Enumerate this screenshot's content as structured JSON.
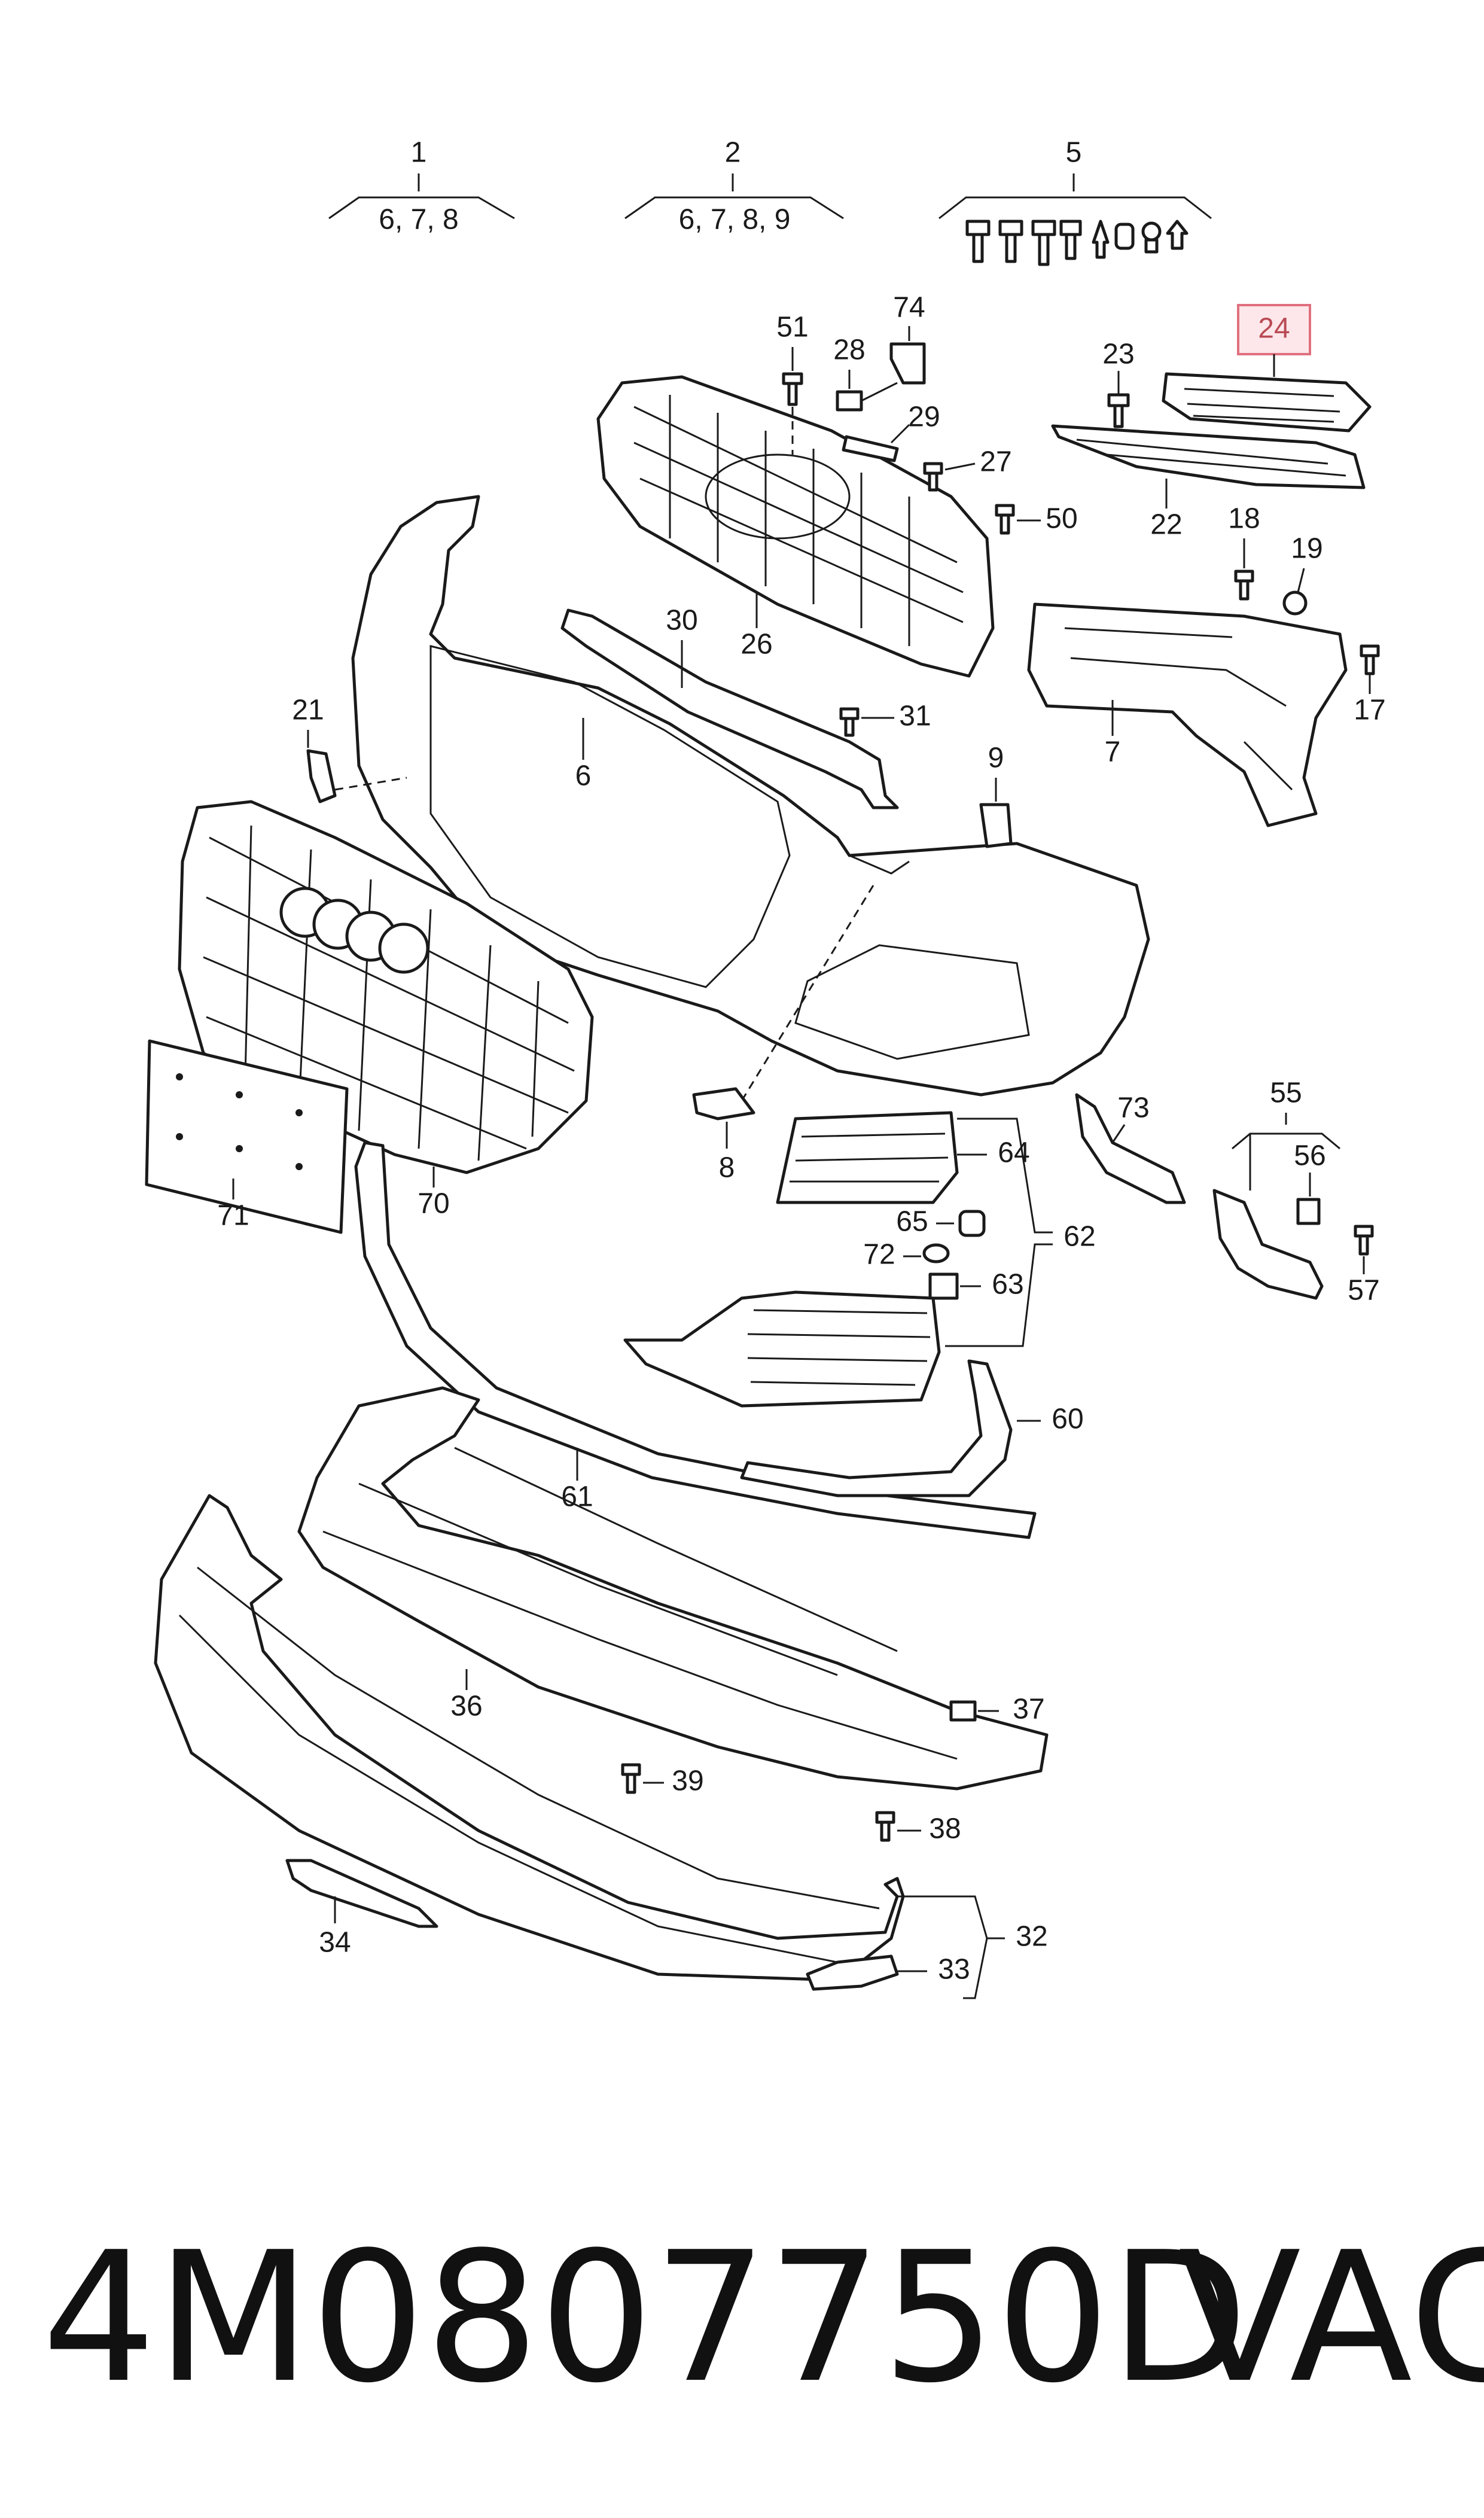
{
  "groups": [
    {
      "label": "1",
      "sub": "6, 7, 8"
    },
    {
      "label": "2",
      "sub": "6, 7, 8, 9"
    },
    {
      "label": "5",
      "sub": ""
    },
    {
      "label": "55",
      "sub": ""
    }
  ],
  "callouts": [
    "24",
    "23",
    "22",
    "18",
    "19",
    "17",
    "7",
    "51",
    "28",
    "74",
    "29",
    "27",
    "50",
    "26",
    "30",
    "31",
    "6",
    "21",
    "9",
    "8",
    "70",
    "71",
    "64",
    "65",
    "72",
    "63",
    "62",
    "73",
    "56",
    "57",
    "61",
    "60",
    "36",
    "37",
    "39",
    "38",
    "34",
    "32",
    "33"
  ],
  "highlighted_callout": "24",
  "footer": {
    "part_number": "4M0807750D",
    "brand": "VAG"
  }
}
